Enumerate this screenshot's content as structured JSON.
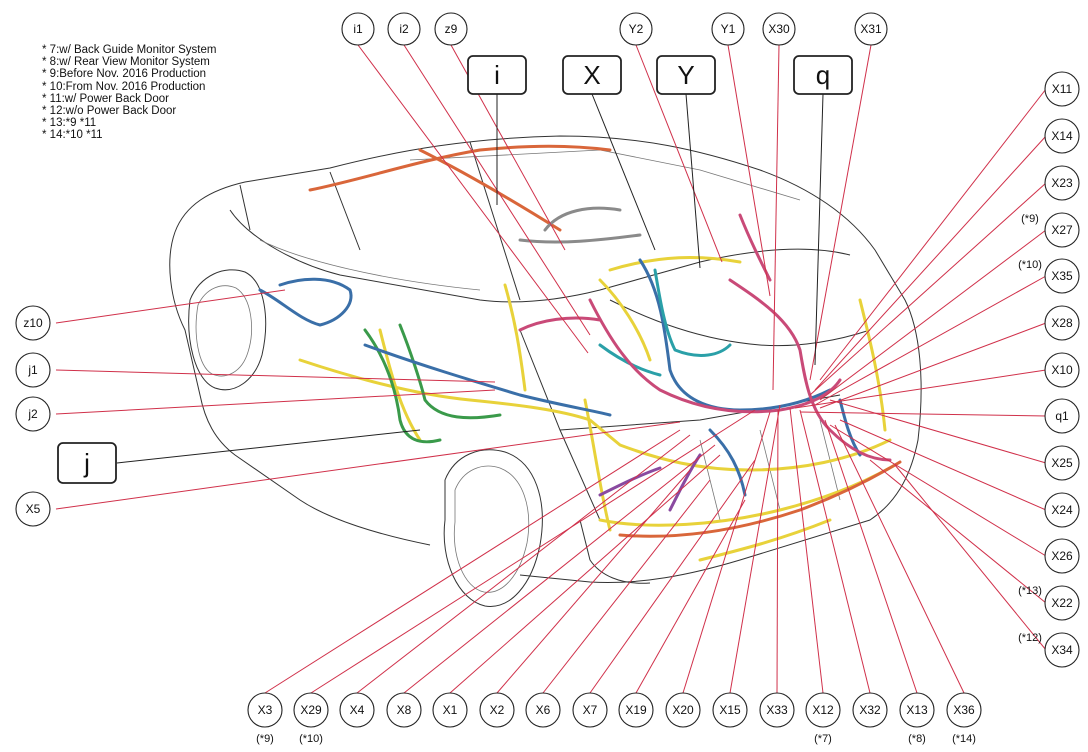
{
  "notes": [
    "* 7:w/ Back Guide Monitor System",
    "* 8:w/ Rear View Monitor System",
    "* 9:Before Nov. 2016 Production",
    "* 10:From Nov. 2016 Production",
    "* 11:w/ Power Back Door",
    "* 12:w/o Power Back Door",
    "* 13:*9 *11",
    "* 14:*10 *11"
  ],
  "group_boxes": [
    "i",
    "X",
    "Y",
    "q",
    "j"
  ],
  "top_labels": [
    "i1",
    "i2",
    "z9",
    "Y2",
    "Y1",
    "X30",
    "X31"
  ],
  "left_labels": [
    "z10",
    "j1",
    "j2",
    "X5"
  ],
  "right_labels": [
    "X11",
    "X14",
    "X23",
    "X27",
    "X35",
    "X28",
    "X10",
    "q1",
    "X25",
    "X24",
    "X26",
    "X22",
    "X34"
  ],
  "right_notes": {
    "X27": "(*9)",
    "X35": "(*10)",
    "X22": "(*13)",
    "X34": "(*12)"
  },
  "bottom_labels": [
    "X3",
    "X29",
    "X4",
    "X8",
    "X1",
    "X2",
    "X6",
    "X7",
    "X19",
    "X20",
    "X15",
    "X33",
    "X12",
    "X32",
    "X13",
    "X36"
  ],
  "bottom_notes": {
    "X3": "(*9)",
    "X29": "(*10)",
    "X12": "(*7)",
    "X13": "(*8)",
    "X36": "(*14)"
  },
  "colors": {
    "leader": "#d0304a",
    "yellow_harness": "#e8d23a",
    "blue_harness": "#3a6fa8",
    "pink_harness": "#c94a78",
    "green_harness": "#3a9a4a",
    "orange_harness": "#d9663a",
    "teal_harness": "#2aa0a8",
    "purple_harness": "#8a4aa0",
    "gray_harness": "#8a8a8a"
  }
}
